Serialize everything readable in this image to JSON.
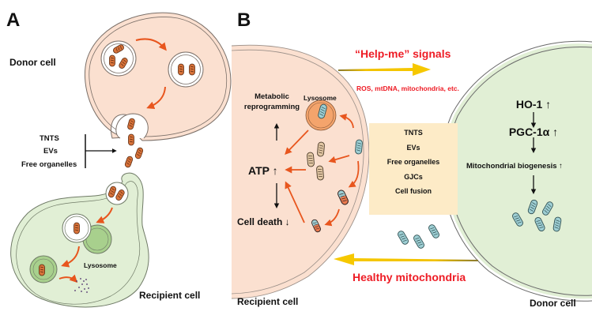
{
  "panel_a": {
    "letter": "A",
    "donor_label": "Donor cell",
    "recipient_label": "Recipient cell",
    "mechanisms": [
      "TNTS",
      "EVs",
      "Free organelles"
    ],
    "lysosome_label": "Lysosome"
  },
  "panel_b": {
    "letter": "B",
    "help_signal_label": "“Help-me” signals",
    "help_signal_sub": "ROS, mtDNA, mitochondria, etc.",
    "healthy_label": "Healthy mitochondria",
    "recipient_label": "Recipient cell",
    "donor_label": "Donor cell",
    "recipient": {
      "metabolic": "Metabolic",
      "reprogramming": "reprogramming",
      "atp": "ATP ↑",
      "cell_death": "Cell death ↓",
      "lysosome_label": "Lysosome"
    },
    "mechanisms": [
      "TNTS",
      "EVs",
      "Free organelles",
      "GJCs",
      "Cell fusion"
    ],
    "donor": {
      "ho1": "HO-1 ↑",
      "pgc": "PGC-1α ↑",
      "biogenesis": "Mitochondrial biogenesis ↑"
    }
  },
  "colors": {
    "donor_cell_fill": "#fbe0d0",
    "recipient_cell_fill": "#e1efd5",
    "lysosome_green": "#a8d08d",
    "lysosome_orange": "#f4a46c",
    "arrow_orange": "#e8561e",
    "signal_arrow_yellow": "#f2c200",
    "label_red": "#ee1c25",
    "mito_brown": "#d9733a",
    "mito_blue": "#9ecfd4",
    "mito_tan": "#e2c7a4",
    "mechanism_box": "#fdebc7"
  }
}
